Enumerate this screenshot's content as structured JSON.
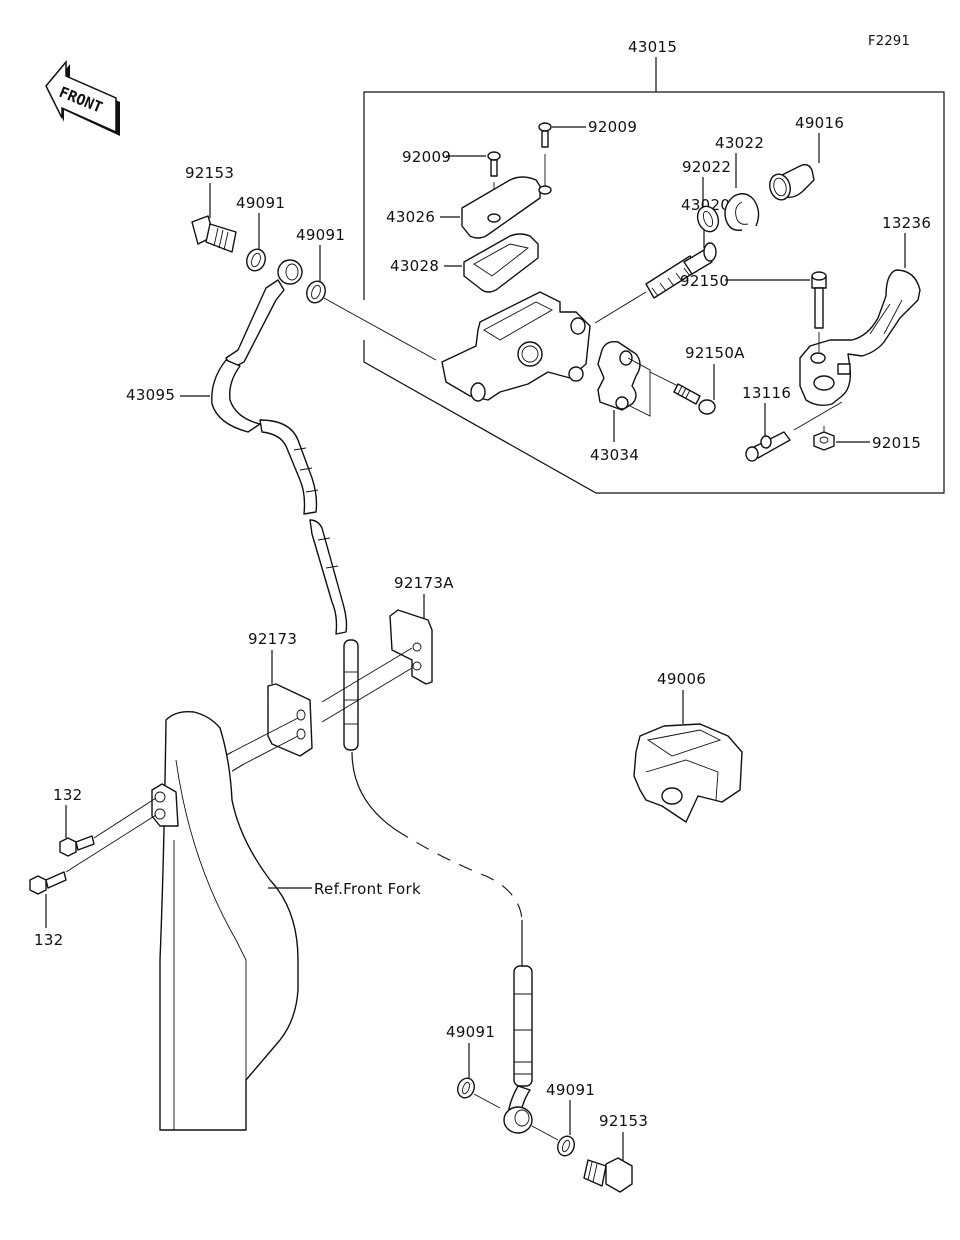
{
  "figure_id": "F2291",
  "front_arrow": {
    "text": "FRONT",
    "icon": "front-direction-arrow-icon"
  },
  "assembly": {
    "number": "43015"
  },
  "labels": {
    "screw_a": "92009",
    "screw_b": "92009",
    "cap": "43026",
    "diaphragm": "43028",
    "piston_kit": "43020",
    "washer_92022": "92022",
    "circlip": "43022",
    "boot": "49016",
    "lever": "13236",
    "bolt_92150": "92150",
    "clamp_bolt": "92150A",
    "clamp": "43034",
    "pivot_bolt": "13116",
    "nut": "92015",
    "banjo_bolt_top": "92153",
    "washer_top_1": "49091",
    "washer_top_2": "49091",
    "brake_hose": "43095",
    "hose_guide": "92173",
    "hose_guide_a": "92173A",
    "cover": "49006",
    "bolt_132_a": "132",
    "bolt_132_b": "132",
    "front_fork_ref": "Ref.Front Fork",
    "washer_bottom_1": "49091",
    "washer_bottom_2": "49091",
    "banjo_bolt_bottom": "92153"
  }
}
